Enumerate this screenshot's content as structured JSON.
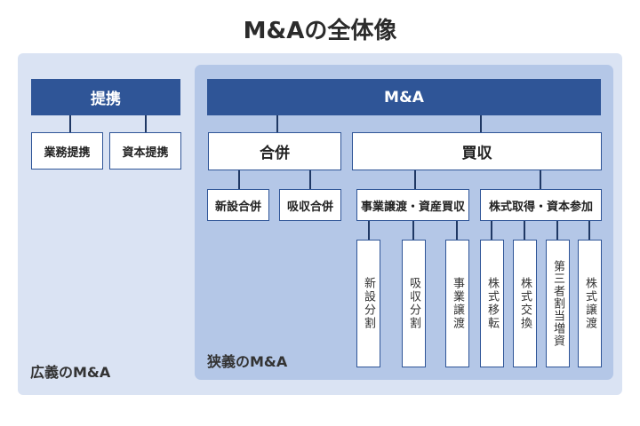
{
  "title": "M&Aの全体像",
  "broad_label": "広義のM&A",
  "narrow_label": "狭義のM&A",
  "alliance": {
    "label": "提携",
    "children": [
      "業務提携",
      "資本提携"
    ]
  },
  "ma": {
    "label": "M&A",
    "merger": {
      "label": "合併",
      "children": [
        "新設合併",
        "吸収合併"
      ]
    },
    "acquisition": {
      "label": "買収",
      "business_transfer": {
        "label": "事業譲渡・資産買収",
        "children": [
          "新設分割",
          "吸収分割",
          "事業譲渡"
        ]
      },
      "share_acquisition": {
        "label": "株式取得・資本参加",
        "children": [
          "株式移転",
          "株式交換",
          "第三者割当増資",
          "株式譲渡"
        ]
      }
    }
  },
  "colors": {
    "outer_bg": "#dae3f3",
    "inner_bg": "#b4c7e7",
    "header_bg": "#2f5597",
    "border": "#2f5597"
  }
}
